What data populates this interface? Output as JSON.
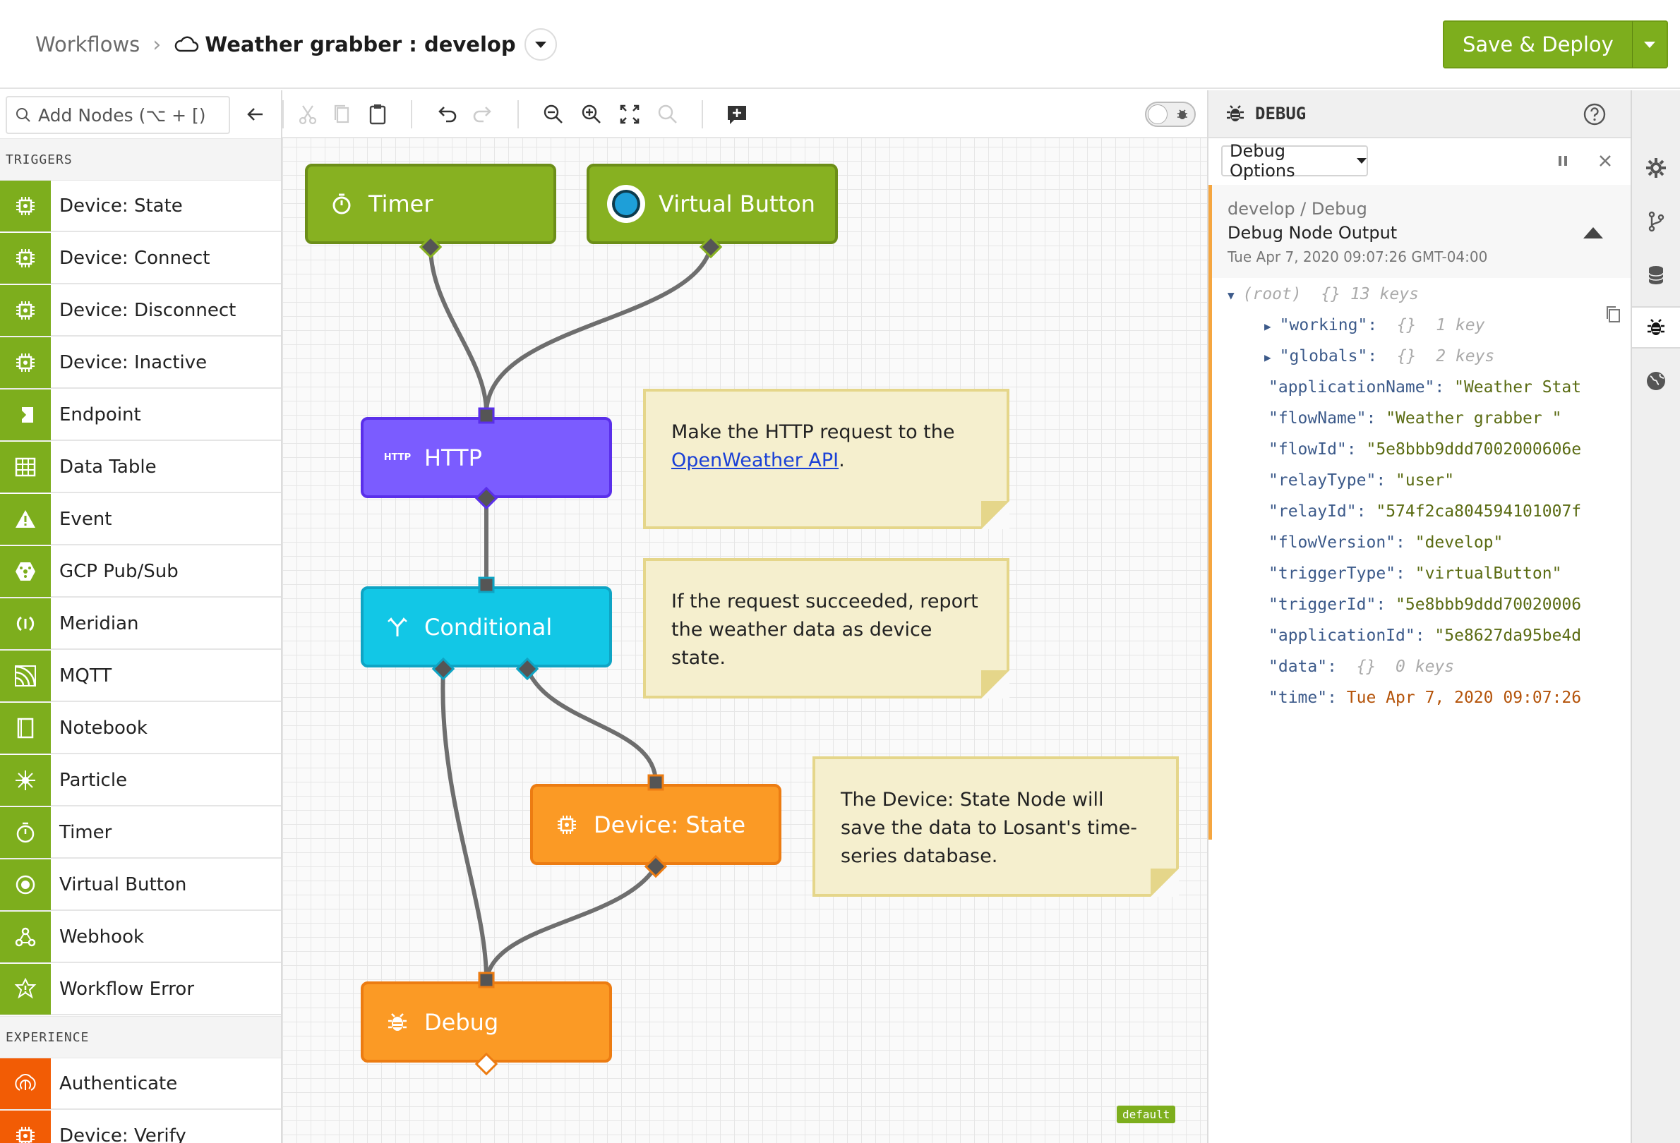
{
  "breadcrumb": {
    "root": "Workflows",
    "separator": "›",
    "current": "Weather grabber : develop"
  },
  "deploy": {
    "label": "Save & Deploy"
  },
  "palette": {
    "search_placeholder": "Add Nodes (⌥ + [)",
    "sections": [
      {
        "title": "TRIGGERS",
        "items": [
          {
            "label": "Device: State",
            "icon": "chip-icon"
          },
          {
            "label": "Device: Connect",
            "icon": "chip-icon"
          },
          {
            "label": "Device: Disconnect",
            "icon": "chip-icon"
          },
          {
            "label": "Device: Inactive",
            "icon": "chip-icon"
          },
          {
            "label": "Endpoint",
            "icon": "endpoint-icon"
          },
          {
            "label": "Data Table",
            "icon": "table-icon"
          },
          {
            "label": "Event",
            "icon": "warning-icon"
          },
          {
            "label": "GCP Pub/Sub",
            "icon": "gcp-icon"
          },
          {
            "label": "Meridian",
            "icon": "meridian-icon"
          },
          {
            "label": "MQTT",
            "icon": "mqtt-icon"
          },
          {
            "label": "Notebook",
            "icon": "notebook-icon"
          },
          {
            "label": "Particle",
            "icon": "particle-icon"
          },
          {
            "label": "Timer",
            "icon": "timer-icon"
          },
          {
            "label": "Virtual Button",
            "icon": "button-icon"
          },
          {
            "label": "Webhook",
            "icon": "webhook-icon"
          },
          {
            "label": "Workflow Error",
            "icon": "error-icon"
          }
        ]
      },
      {
        "title": "EXPERIENCE",
        "items": [
          {
            "label": "Authenticate",
            "icon": "fingerprint-icon"
          },
          {
            "label": "Device: Verify",
            "icon": "chip-icon"
          }
        ]
      }
    ]
  },
  "nodes": {
    "timer": "Timer",
    "virtual_button": "Virtual Button",
    "http": "HTTP",
    "http_badge": "HTTP",
    "conditional": "Conditional",
    "device_state": "Device: State",
    "debug": "Debug"
  },
  "notes": {
    "note1_text": "Make the HTTP request to the",
    "note1_link": "OpenWeather API",
    "note1_end": ".",
    "note2": "If the request succeeded, report the weather data as device state.",
    "note3": "The Device: State Node will save the data to Losant's time-series database."
  },
  "canvas": {
    "tag": "default"
  },
  "debug_panel": {
    "title": "DEBUG",
    "options_label": "Debug Options",
    "message": {
      "path": "develop / Debug",
      "title": "Debug Node Output",
      "time": "Tue Apr 7, 2020 09:07:26 GMT-04:00"
    },
    "root": {
      "key": "(root)",
      "brace": "{}",
      "meta": "13 keys"
    },
    "rows": [
      {
        "key": "\"working\":",
        "brace": "{}",
        "meta": "1 key",
        "expandable": true
      },
      {
        "key": "\"globals\":",
        "brace": "{}",
        "meta": "2 keys",
        "expandable": true
      },
      {
        "key": "\"applicationName\":",
        "value": "\"Weather Stat"
      },
      {
        "key": "\"flowName\":",
        "value": "\"Weather grabber \""
      },
      {
        "key": "\"flowId\":",
        "value": "\"5e8bbb9ddd7002000606e"
      },
      {
        "key": "\"relayType\":",
        "value": "\"user\""
      },
      {
        "key": "\"relayId\":",
        "value": "\"574f2ca804594101007f"
      },
      {
        "key": "\"flowVersion\":",
        "value": "\"develop\""
      },
      {
        "key": "\"triggerType\":",
        "value": "\"virtualButton\""
      },
      {
        "key": "\"triggerId\":",
        "value": "\"5e8bbb9ddd70020006"
      },
      {
        "key": "\"applicationId\":",
        "value": "\"5e8627da95be4d"
      },
      {
        "key": "\"data\":",
        "brace": "{}",
        "meta": "0 keys"
      },
      {
        "key": "\"time\":",
        "date": "Tue Apr 7, 2020 09:07:26"
      }
    ]
  },
  "colors": {
    "green": "#7dae1d",
    "purple": "#7b5cff",
    "cyan": "#12c7e6",
    "orange": "#fb9a25",
    "experience": "#f25c05"
  }
}
